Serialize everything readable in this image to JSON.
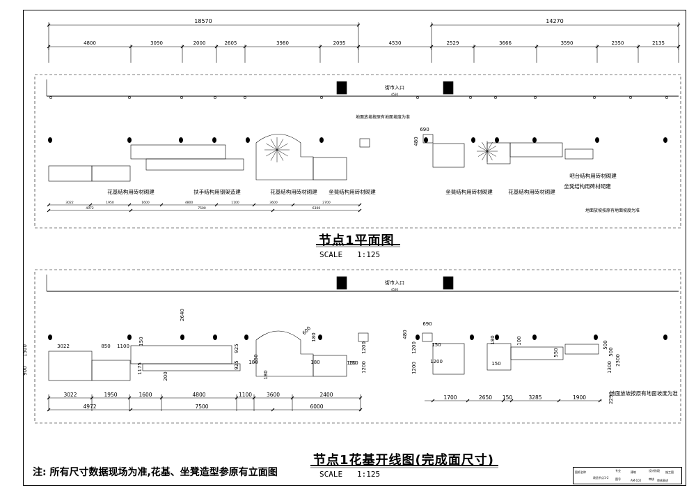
{
  "plan": {
    "title": "节点1平面图",
    "scale_label": "SCALE",
    "scale_value": "1:125",
    "dim_total": [
      "18570",
      "14270"
    ],
    "dim_segments": [
      "4800",
      "3090",
      "2000",
      "2605",
      "3980",
      "2095",
      "4530",
      "2529",
      "3666",
      "3590",
      "2350",
      "2135"
    ],
    "entrance": "街市入口",
    "entrance_dim": "4530",
    "slope_note": "地面放坡按原有地面坡度为准",
    "labels": [
      "花基结构用砖材砌建",
      "扶手结构用钢架造建",
      "花基结构用砖材砌建",
      "坐凳结构用砖材砌建",
      "坐凳结构用砖材砌建",
      "花基结构用砖材砌建",
      "坐凳结构用砖材砌建",
      "吧台结构用砖材砌建"
    ],
    "small_dims_top": [
      "3022",
      "1950",
      "1600",
      "4800",
      "1100",
      "3600",
      "2700"
    ],
    "small_dims_bottom": [
      "4972",
      "7500",
      "6300"
    ],
    "dim_690": "690",
    "dim_480": "480"
  },
  "layout": {
    "title": "节点1花基开线图(完成面尺寸)",
    "scale_label": "SCALE",
    "scale_value": "1:125",
    "entrance": "街市入口",
    "entrance_dim": "4530",
    "slope_note": "地面放坡按原有地面坡度为准",
    "dims_row1": [
      "3022",
      "1950",
      "1600",
      "4800",
      "1100",
      "3600",
      "2400"
    ],
    "dims_row2": [
      "4972",
      "7500",
      "6000"
    ],
    "dims_right_row": [
      "1700",
      "2650",
      "150",
      "3285",
      "1900"
    ],
    "inner_dims": [
      "3022",
      "850",
      "1100",
      "2640",
      "1500",
      "900",
      "1175",
      "200",
      "925",
      "925",
      "150",
      "180",
      "600",
      "180",
      "1200",
      "150",
      "180",
      "180",
      "150",
      "1200",
      "690",
      "480",
      "1200",
      "150",
      "1200",
      "180",
      "100",
      "550",
      "500",
      "500",
      "1300",
      "2300",
      "2290",
      "1200",
      "150",
      "150"
    ]
  },
  "note": "注: 所有尺寸数据现场为准,花基、坐凳造型参原有立面图",
  "title_block": [
    "图纸名称",
    "改造节点1-2",
    "专业",
    "建筑",
    "设计阶段",
    "施工图",
    "图号",
    "AM-102",
    "审核",
    "审核表述"
  ]
}
